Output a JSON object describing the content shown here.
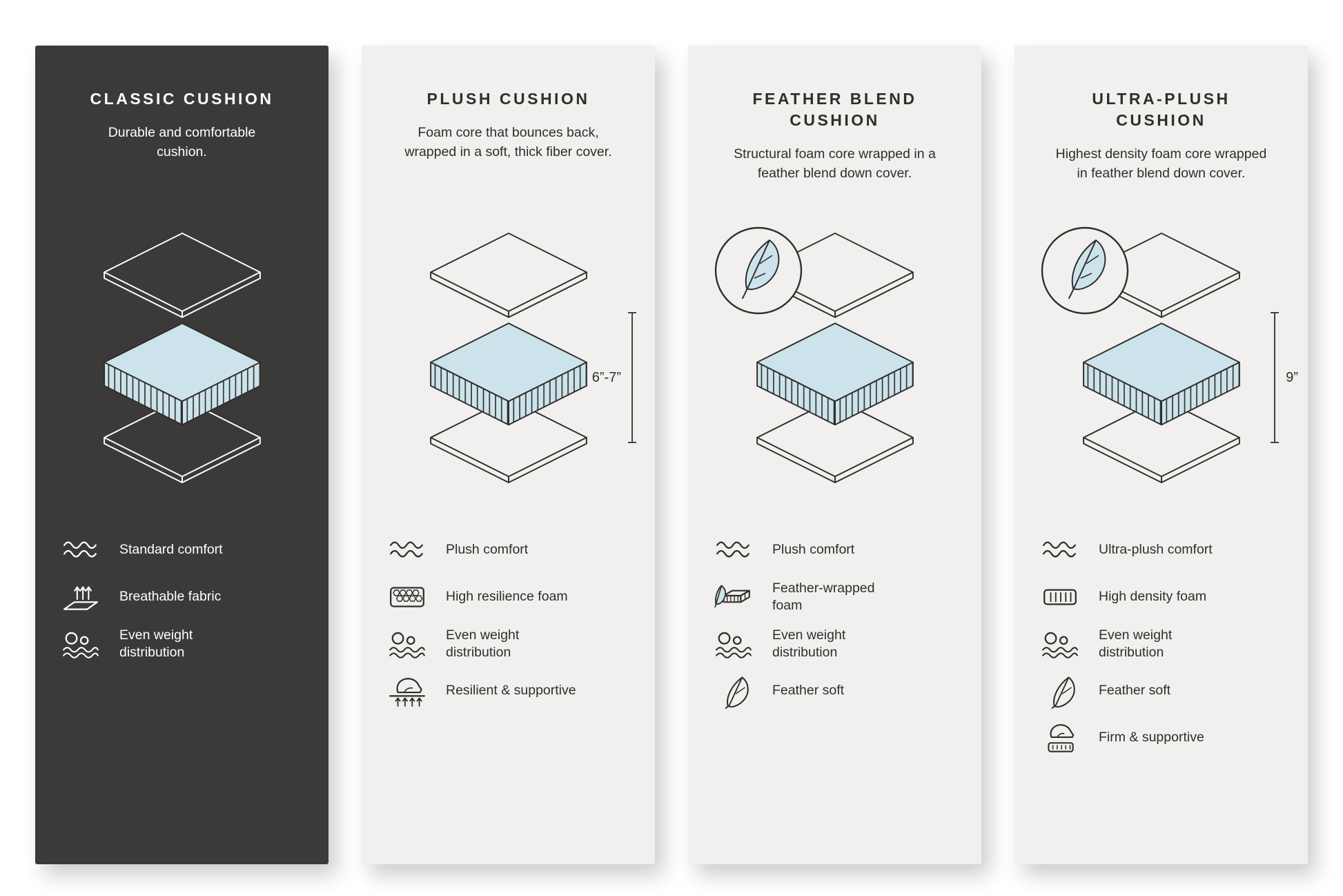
{
  "colors": {
    "dark_card": "#3b3a38",
    "light_card": "#f1f0ee",
    "foam_blue": "#cde3eb",
    "text_dark": "#2f2e2b",
    "text_light": "#ffffff"
  },
  "cards": [
    {
      "id": "classic",
      "theme": "dark",
      "title": "CLASSIC CUSHION",
      "description": "Durable and comfortable cushion.",
      "measurement": null,
      "has_feather_badge": false,
      "features": [
        {
          "icon": "waves-icon",
          "label": "Standard comfort"
        },
        {
          "icon": "breathable-fabric-icon",
          "label": "Breathable fabric"
        },
        {
          "icon": "weight-distribution-icon",
          "label": "Even weight distribution"
        }
      ]
    },
    {
      "id": "plush",
      "theme": "light",
      "title": "PLUSH CUSHION",
      "description": "Foam core that bounces back, wrapped in a soft, thick fiber cover.",
      "measurement": "6”-7”",
      "has_feather_badge": false,
      "features": [
        {
          "icon": "waves-icon",
          "label": "Plush comfort"
        },
        {
          "icon": "foam-cells-icon",
          "label": "High resilience foam"
        },
        {
          "icon": "weight-distribution-icon",
          "label": "Even weight distribution"
        },
        {
          "icon": "press-hand-icon",
          "label": "Resilient & supportive"
        }
      ]
    },
    {
      "id": "feather-blend",
      "theme": "light",
      "title": "FEATHER BLEND CUSHION",
      "description": "Structural foam core wrapped in a feather blend down cover.",
      "measurement": null,
      "has_feather_badge": true,
      "features": [
        {
          "icon": "waves-icon",
          "label": "Plush comfort"
        },
        {
          "icon": "feather-foam-icon",
          "label": "Feather-wrapped foam"
        },
        {
          "icon": "weight-distribution-icon",
          "label": "Even weight distribution"
        },
        {
          "icon": "feather-icon",
          "label": "Feather soft"
        }
      ]
    },
    {
      "id": "ultra-plush",
      "theme": "light",
      "title": "ULTRA-PLUSH CUSHION",
      "description": "Highest density foam core wrapped in feather blend down cover.",
      "measurement": "9”",
      "has_feather_badge": true,
      "features": [
        {
          "icon": "waves-icon",
          "label": "Ultra-plush comfort"
        },
        {
          "icon": "density-foam-icon",
          "label": "High density foam"
        },
        {
          "icon": "weight-distribution-icon",
          "label": "Even weight distribution"
        },
        {
          "icon": "feather-icon",
          "label": "Feather soft"
        },
        {
          "icon": "firm-support-icon",
          "label": "Firm & supportive"
        }
      ]
    }
  ]
}
